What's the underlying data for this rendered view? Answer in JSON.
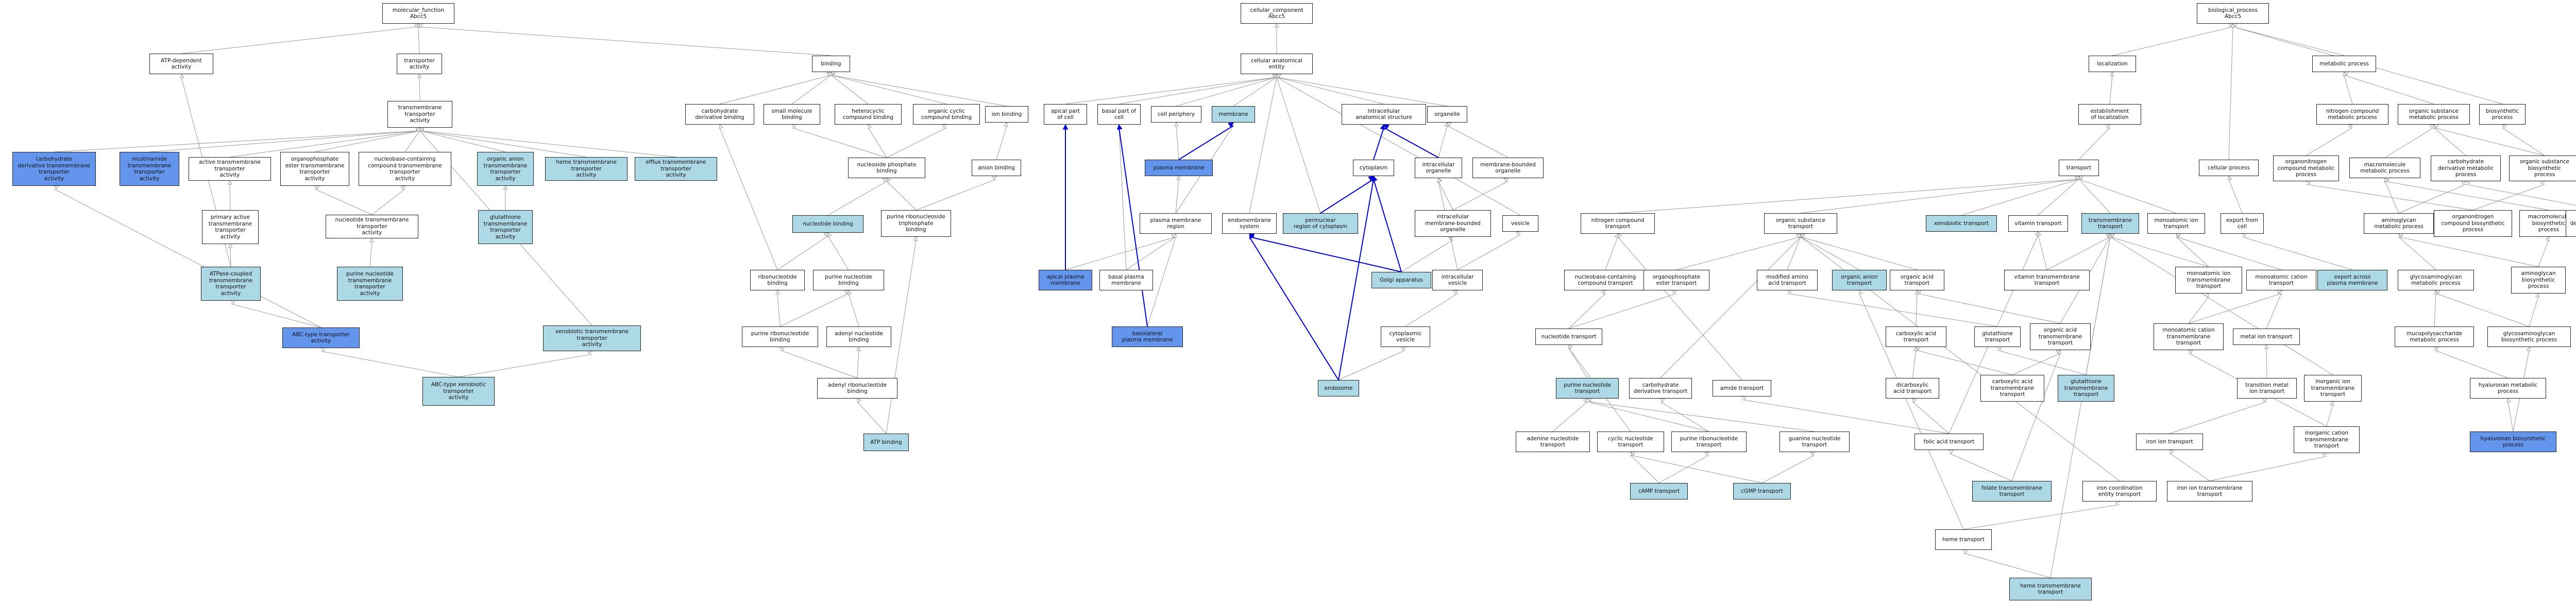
{
  "colors": {
    "light": "#add8e6",
    "dark": "#6495ed",
    "plain": "#ffffff",
    "blue_edge": "#0000cc",
    "gray_edge": "#9a9a9a"
  },
  "nodes": {
    "mf": {
      "label": "molecular_function\nAbcc5",
      "style": "plain"
    },
    "atpdep": {
      "label": "ATP-dependent\nactivity",
      "style": "plain"
    },
    "trans_act": {
      "label": "transporter\nactivity",
      "style": "plain"
    },
    "tmta": {
      "label": "transmembrane\ntransporter\nactivity",
      "style": "plain"
    },
    "carb_tm": {
      "label": "carbohydrate\nderivative transmembrane\ntransporter\nactivity",
      "style": "dark"
    },
    "nicotin": {
      "label": "nicotinamide\ntransmembrane\ntransporter\nactivity",
      "style": "dark"
    },
    "active_tm": {
      "label": "active transmembrane\ntransporter\nactivity",
      "style": "plain"
    },
    "organophos_tm": {
      "label": "organophosphate\nester transmembrane\ntransporter\nactivity",
      "style": "plain"
    },
    "nucbase_tm": {
      "label": "nucleobase-containing\ncompound transmembrane\ntransporter\nactivity",
      "style": "plain"
    },
    "orgAnion_tm": {
      "label": "organic anion\ntransmembrane\ntransporter\nactivity",
      "style": "light"
    },
    "heme_tm": {
      "label": "heme transmembrane\ntransporter\nactivity",
      "style": "light"
    },
    "efflux_tm": {
      "label": "efflux transmembrane\ntransporter\nactivity",
      "style": "light"
    },
    "primary_active": {
      "label": "primary active\ntransmembrane\ntransporter\nactivity",
      "style": "plain"
    },
    "nucleotide_tm": {
      "label": "nucleotide transmembrane\ntransporter\nactivity",
      "style": "plain"
    },
    "glut_tm": {
      "label": "glutathione\ntransmembrane\ntransporter\nactivity",
      "style": "light"
    },
    "atpase_tm": {
      "label": "ATPase-coupled\ntransmembrane\ntransporter\nactivity",
      "style": "light"
    },
    "purine_tm": {
      "label": "purine nucleotide\ntransmembrane\ntransporter\nactivity",
      "style": "light"
    },
    "abc": {
      "label": "ABC-type transporter\nactivity",
      "style": "dark"
    },
    "xeno_tm": {
      "label": "xenobiotic transmembrane\ntransporter\nactivity",
      "style": "light"
    },
    "abc_xeno": {
      "label": "ABC-type xenobiotic\ntransporter\nactivity",
      "style": "light"
    },
    "binding": {
      "label": "binding",
      "style": "plain"
    },
    "carb_bind": {
      "label": "carbohydrate\nderivative binding",
      "style": "plain"
    },
    "smallmol": {
      "label": "small molecule\nbinding",
      "style": "plain"
    },
    "hetero": {
      "label": "heterocyclic\ncompound binding",
      "style": "plain"
    },
    "orgcyc": {
      "label": "organic cyclic\ncompound binding",
      "style": "plain"
    },
    "ionbind": {
      "label": "ion binding",
      "style": "plain"
    },
    "nucphos": {
      "label": "nucleoside phosphate\nbinding",
      "style": "plain"
    },
    "anion": {
      "label": "anion binding",
      "style": "plain"
    },
    "nucleotide_b": {
      "label": "nucleotide binding",
      "style": "light"
    },
    "purine_ribonucleoside_tp": {
      "label": "purine ribonucleoside\ntriphosphate\nbinding",
      "style": "plain"
    },
    "ribonuc": {
      "label": "ribonucleotide\nbinding",
      "style": "plain"
    },
    "purine_nuc": {
      "label": "purine nucleotide\nbinding",
      "style": "plain"
    },
    "purine_ribonuc": {
      "label": "purine ribonucleotide\nbinding",
      "style": "plain"
    },
    "adenyl": {
      "label": "adenyl nucleotide\nbinding",
      "style": "plain"
    },
    "adenyl_ribo": {
      "label": "adenyl ribonucleotide\nbinding",
      "style": "plain"
    },
    "atp_bind": {
      "label": "ATP binding",
      "style": "light"
    },
    "cc": {
      "label": "cellular_component\nAbcc5",
      "style": "plain"
    },
    "cae": {
      "label": "cellular anatomical\nentity",
      "style": "plain"
    },
    "apical_part": {
      "label": "apical part\nof cell",
      "style": "plain"
    },
    "basal_part": {
      "label": "basal part of\ncell",
      "style": "plain"
    },
    "periphery": {
      "label": "cell periphery",
      "style": "plain"
    },
    "membrane": {
      "label": "membrane",
      "style": "light"
    },
    "ias": {
      "label": "intracellular\nanatomical structure",
      "style": "plain"
    },
    "organelle": {
      "label": "organelle",
      "style": "plain"
    },
    "pm": {
      "label": "plasma membrane",
      "style": "dark"
    },
    "cytoplasm": {
      "label": "cytoplasm",
      "style": "plain"
    },
    "ic_organelle": {
      "label": "intracellular\norganelle",
      "style": "plain"
    },
    "mb_organelle": {
      "label": "membrane-bounded\norganelle",
      "style": "plain"
    },
    "pm_region": {
      "label": "plasma membrane\nregion",
      "style": "plain"
    },
    "endomem": {
      "label": "endomembrane\nsystem",
      "style": "plain"
    },
    "perinuclear": {
      "label": "perinuclear\nregion of cytoplasm",
      "style": "light"
    },
    "ic_mb_organelle": {
      "label": "intracellular\nmembrane-bounded\norganelle",
      "style": "plain"
    },
    "vesicle": {
      "label": "vesicle",
      "style": "plain"
    },
    "apical_pm": {
      "label": "apical plasma\nmembrane",
      "style": "dark"
    },
    "basal_pm": {
      "label": "basal plasma\nmembrane",
      "style": "plain"
    },
    "golgi": {
      "label": "Golgi apparatus",
      "style": "light"
    },
    "ic_vesicle": {
      "label": "intracellular\nvesicle",
      "style": "plain"
    },
    "basolateral": {
      "label": "basolateral\nplasma membrane",
      "style": "dark"
    },
    "cyto_vesicle": {
      "label": "cytoplasmic\nvesicle",
      "style": "plain"
    },
    "endosome": {
      "label": "endosome",
      "style": "light"
    },
    "bp": {
      "label": "biological_process\nAbcc5",
      "style": "plain"
    },
    "localization": {
      "label": "localization",
      "style": "plain"
    },
    "metabolic": {
      "label": "metabolic process",
      "style": "plain"
    },
    "est_loc": {
      "label": "establishment\nof localization",
      "style": "plain"
    },
    "n_comp_met": {
      "label": "nitrogen compound\nmetabolic process",
      "style": "plain"
    },
    "org_sub_met": {
      "label": "organic substance\nmetabolic process",
      "style": "plain"
    },
    "biosynthetic": {
      "label": "biosynthetic\nprocess",
      "style": "plain"
    },
    "transport": {
      "label": "transport",
      "style": "plain"
    },
    "cellular_proc": {
      "label": "cellular process",
      "style": "plain"
    },
    "organonitrogen_met": {
      "label": "organonitrogen\ncompound metabolic\nprocess",
      "style": "plain"
    },
    "macromol_met": {
      "label": "macromolecule\nmetabolic process",
      "style": "plain"
    },
    "carb_deriv_met": {
      "label": "carbohydrate\nderivative metabolic\nprocess",
      "style": "plain"
    },
    "org_sub_bio": {
      "label": "organic substance\nbiosynthetic\nprocess",
      "style": "plain"
    },
    "n_comp_transport": {
      "label": "nitrogen compound\ntransport",
      "style": "plain"
    },
    "org_sub_transport": {
      "label": "organic substance\ntransport",
      "style": "plain"
    },
    "xeno_transport": {
      "label": "xenobiotic transport",
      "style": "light"
    },
    "vit_transport": {
      "label": "vitamin transport",
      "style": "plain"
    },
    "tm_transport": {
      "label": "transmembrane\ntransport",
      "style": "light"
    },
    "monoatomic_ion_t": {
      "label": "monoatomic ion\ntransport",
      "style": "plain"
    },
    "export_cell": {
      "label": "export from\ncell",
      "style": "plain"
    },
    "aminoglycan_met": {
      "label": "aminoglycan\nmetabolic process",
      "style": "plain"
    },
    "organonitrogen_bio": {
      "label": "organonitrogen\ncompound biosynthetic\nprocess",
      "style": "plain"
    },
    "macromol_bio": {
      "label": "macromolecule\nbiosynthetic\nprocess",
      "style": "plain"
    },
    "carb_deriv_bio": {
      "label": "carbohydrate\nderivative biosynthetic\nprocess",
      "style": "plain"
    },
    "nucbase_transport": {
      "label": "nucleobase-containing\ncompound transport",
      "style": "plain"
    },
    "organophos_transport": {
      "label": "organophosphate\nester transport",
      "style": "plain"
    },
    "mod_aa_transport": {
      "label": "modified amino\nacid transport",
      "style": "plain"
    },
    "org_anion_transport": {
      "label": "organic anion\ntransport",
      "style": "light"
    },
    "org_acid_transport": {
      "label": "organic acid\ntransport",
      "style": "plain"
    },
    "vit_tm_transport": {
      "label": "vitamin transmembrane\ntransport",
      "style": "plain"
    },
    "monoatomic_ion_tm": {
      "label": "monoatomic ion\ntransmembrane\ntransport",
      "style": "plain"
    },
    "monoatomic_cation_t": {
      "label": "monoatomic cation\ntransport",
      "style": "plain"
    },
    "export_across_pm": {
      "label": "export across\nplasma membrane",
      "style": "light"
    },
    "gag_met": {
      "label": "glycosaminoglycan\nmetabolic process",
      "style": "plain"
    },
    "aminoglycan_bio": {
      "label": "aminoglycan\nbiosynthetic\nprocess",
      "style": "plain"
    },
    "nucleotide_transport": {
      "label": "nucleotide transport",
      "style": "plain"
    },
    "carboxylic_acid_t": {
      "label": "carboxylic acid\ntransport",
      "style": "plain"
    },
    "glut_transport": {
      "label": "glutathione\ntransport",
      "style": "plain"
    },
    "org_acid_tm_t": {
      "label": "organic acid\ntransmembrane\ntransport",
      "style": "plain"
    },
    "monoatomic_cation_tm": {
      "label": "monoatomic cation\ntransmembrane\ntransport",
      "style": "plain"
    },
    "metal_ion_t": {
      "label": "metal ion transport",
      "style": "plain"
    },
    "mucopoly_met": {
      "label": "mucopolysaccharide\nmetabolic process",
      "style": "plain"
    },
    "gag_bio": {
      "label": "glycosaminoglycan\nbiosynthetic process",
      "style": "plain"
    },
    "purine_nt_transport": {
      "label": "purine nucleotide\ntransport",
      "style": "light"
    },
    "carb_deriv_transport": {
      "label": "carbohydrate\nderivative transport",
      "style": "plain"
    },
    "amide_transport": {
      "label": "amide transport",
      "style": "plain"
    },
    "dicarboxylic_t": {
      "label": "dicarboxylic\nacid transport",
      "style": "plain"
    },
    "carboxylic_acid_tm": {
      "label": "carboxylic acid\ntransmembrane\ntransport",
      "style": "plain"
    },
    "glut_tm_transport": {
      "label": "glutathione\ntransmembrane\ntransport",
      "style": "light"
    },
    "transition_metal_t": {
      "label": "transition metal\nion transport",
      "style": "plain"
    },
    "inorganic_ion_tm": {
      "label": "inorganic ion\ntransmembrane\ntransport",
      "style": "plain"
    },
    "hyaluronan_met": {
      "label": "hyaluronan metabolic\nprocess",
      "style": "plain"
    },
    "adenine_nt": {
      "label": "adenine nucleotide\ntransport",
      "style": "plain"
    },
    "cyclic_nt": {
      "label": "cyclic nucleotide\ntransport",
      "style": "plain"
    },
    "purine_ribo_nt": {
      "label": "purine ribonucleotide\ntransport",
      "style": "plain"
    },
    "guanine_nt": {
      "label": "guanine nucleotide\ntransport",
      "style": "plain"
    },
    "folic": {
      "label": "folic acid transport",
      "style": "plain"
    },
    "iron_ion": {
      "label": "iron ion transport",
      "style": "plain"
    },
    "inorganic_cation_tm": {
      "label": "inorganic cation\ntransmembrane\ntransport",
      "style": "plain"
    },
    "hyaluronan_bio": {
      "label": "hyaluronan biosynthetic\nprocess",
      "style": "dark"
    },
    "camp": {
      "label": "cAMP transport",
      "style": "light"
    },
    "cgmp": {
      "label": "cGMP transport",
      "style": "light"
    },
    "folate_tm": {
      "label": "folate transmembrane\ntransport",
      "style": "light"
    },
    "iron_coord": {
      "label": "iron coordination\nentity transport",
      "style": "plain"
    },
    "iron_ion_tm": {
      "label": "iron ion transmembrane\ntransport",
      "style": "plain"
    },
    "heme_transport": {
      "label": "heme transport",
      "style": "plain"
    },
    "heme_tm_transport": {
      "label": "heme transmembrane\ntransport",
      "style": "light"
    }
  }
}
